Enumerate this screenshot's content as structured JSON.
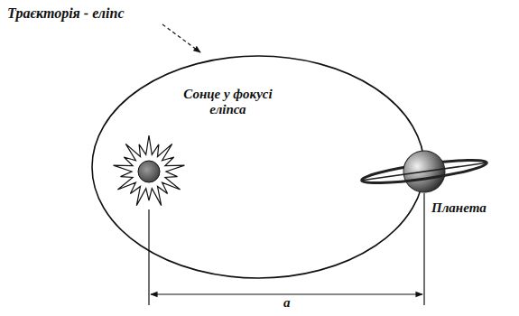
{
  "diagram": {
    "labels": [
      "Траєкторія - еліпс",
      "Сонце у фокусі еліпса",
      "Планета",
      "a"
    ]
  }
}
